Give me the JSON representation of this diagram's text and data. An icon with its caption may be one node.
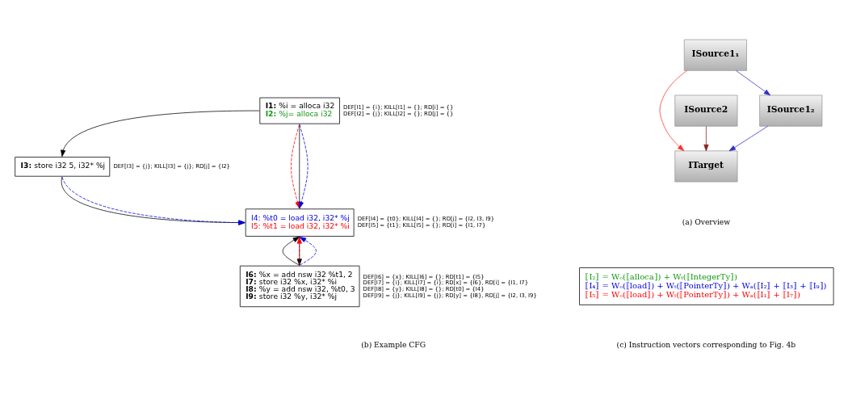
{
  "diagram": {
    "nodes": [
      {
        "text": [
          "**I1:** %i = alloca i32",
          "**I2:** %j= alloca i32"
        ],
        "beside": [
          "DEF[I1] = {i}; KILL[I1] = {}; RD[i] = {}",
          "DEF[I2] = {j}; KILL[I2] = {}; RD[j] = {}"
        ]
      },
      {
        "text": [
          "**I3:** store i32 5, i32* %j"
        ],
        "beside": [
          "DEF[I3] = {j}; KILL[I3] = {j}; RD[j] = {I2}"
        ]
      },
      {
        "text": [
          "I4: %t0 = load i32, i32* %j",
          "I5: %t1 = load i32, i32* %i"
        ],
        "beside": [
          "DEF[I4] = {t0}; KILL[I4] = {}; RD[j] = {I2, I3, I9}",
          "DEF[I5] = {t1}; KILL[I5] = {}; RD[i] = {I1, I7}"
        ]
      },
      {
        "text": [
          "**I6:** %x = add nsw i32 %t1, 2",
          "**I7:** store i32 %x, i32* %i",
          "**I8:** %y = add nsw i32, %t0, 3",
          "**I9:** store i32 %y, i32* %j"
        ],
        "beside": [
          "DEF[I6] = {x}; KILL[I6] = {}; RD[t1] = {I5}",
          "DEF[I7] = {i}; KILL[I7] = {i}; RD[x] = {I6}, RD[i] = {I1, I7}",
          "DEF[I8] = {y}; KILL[I8] = {}; RD[t0] = {I4}",
          "DEF[I9] = {j}; KILL[I9] = {j}; RD[y] = {I8}, RD[j] = {I2, I3, I9}"
        ]
      },
      {
        "text": [
          "ISource1₁"
        ]
      },
      {
        "text": [
          "ISource2"
        ]
      },
      {
        "text": [
          "ISource1₂"
        ]
      },
      {
        "text": [
          "ITarget"
        ]
      },
      {
        "text": [
          "⟦I₂⟧ = Wₒ(⟦alloca⟧) + Wₜ(⟦IntegerTy⟧)",
          "⟦I₄⟧ = Wₒ(⟦load⟧) + Wₜ(⟦PointerTy⟧) + Wₐ(⟦I₂⟧ + ⟦I₃⟧ + ⟦I₉⟧)",
          "⟦I₅⟧ = Wₒ(⟦load⟧) + Wₜ(⟦PointerTy⟧) + Wₐ(⟦I₁⟧ + ⟦I₇⟧)"
        ]
      }
    ],
    "edges": [
      {
        "from": 0,
        "to": 2,
        "arrow": "to"
      },
      {
        "from": 0,
        "to": 1,
        "arrow": "to"
      },
      {
        "from": 1,
        "to": 2,
        "arrow": "to"
      },
      {
        "from": 2,
        "to": 3,
        "arrow": "to"
      },
      {
        "from": 3,
        "to": 2,
        "arrow": "to"
      },
      {
        "from": 0,
        "to": 2,
        "arrow": "to",
        "style": "dashed",
        "color": "#ff0000"
      },
      {
        "from": 0,
        "to": 2,
        "arrow": "to",
        "style": "dashed",
        "color": "#0000dd"
      },
      {
        "from": 1,
        "to": 2,
        "arrow": "to",
        "style": "dashed",
        "color": "#0000dd"
      },
      {
        "from": 3,
        "to": 2,
        "arrow": "to",
        "style": "dashed",
        "color": "#ff0000"
      },
      {
        "from": 3,
        "to": 2,
        "arrow": "to",
        "style": "dashed",
        "color": "#0000dd"
      },
      {
        "from": 4,
        "to": 7,
        "arrow": "to",
        "color": "#ff3030"
      },
      {
        "from": 4,
        "to": 6,
        "arrow": "to",
        "color": "#3030c0"
      },
      {
        "from": 6,
        "to": 7,
        "arrow": "to",
        "color": "#3030c0"
      },
      {
        "from": 5,
        "to": 7,
        "arrow": "to",
        "color": "#8b2020"
      }
    ],
    "labels": [
      "(a) Overview",
      "(b) Example CFG",
      "(c) Instruction vectors corresponding to Fig. 4b"
    ]
  }
}
